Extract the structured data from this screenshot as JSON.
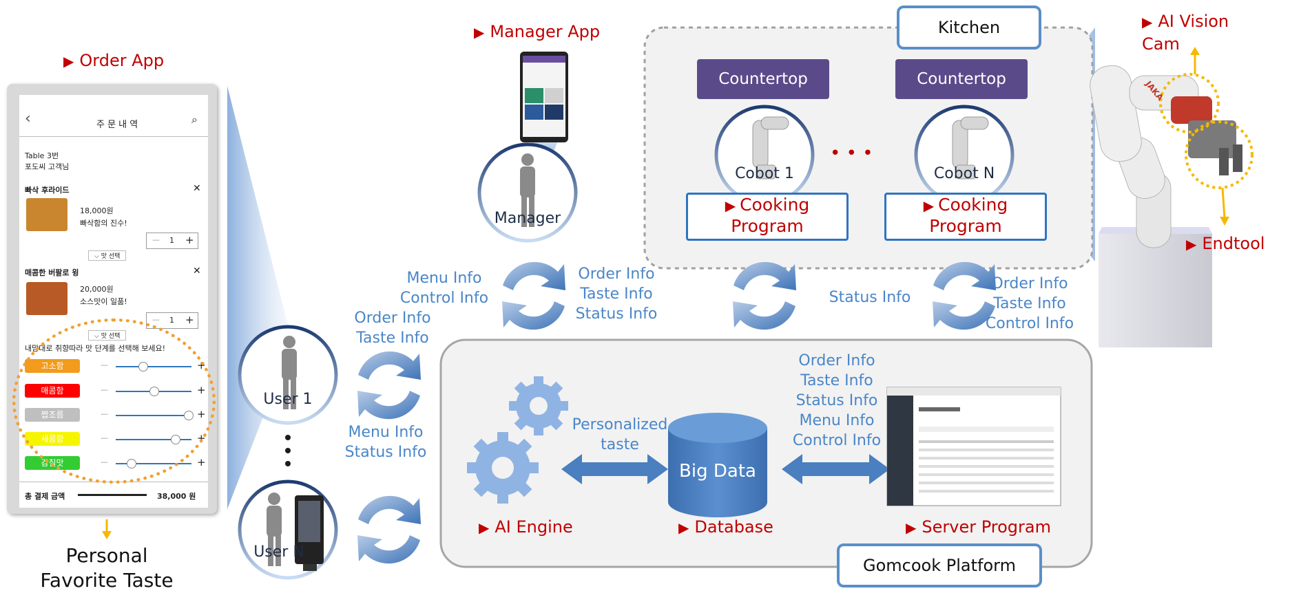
{
  "order_app": {
    "title": "Order App",
    "screen_title": "주 문 내 역",
    "table": "Table 3번",
    "customer": "포도씨 고객님",
    "items": [
      {
        "name": "빠삭 후라이드",
        "price": "18,000원",
        "desc": "빠삭함의 진수!",
        "qty": "1",
        "option": "맛 선택"
      },
      {
        "name": "매콤한 버팔로 윙",
        "price": "20,000원",
        "desc": "소스맛이 일품!",
        "qty": "1",
        "option": "맛 선택"
      }
    ],
    "taste_prompt": "내맘대로 취향따라 맛 단계를 선택해 보세요!",
    "tastes": [
      {
        "label": "고소함",
        "color": "#f29b1d",
        "level": 0.35
      },
      {
        "label": "매콤함",
        "color": "#ff0000",
        "level": 0.5
      },
      {
        "label": "짭조름",
        "color": "#bfbfbf",
        "level": 0.95
      },
      {
        "label": "새콤함",
        "color": "#f5f500",
        "level": 0.78
      },
      {
        "label": "감칠맛",
        "color": "#33cc33",
        "level": 0.2
      }
    ],
    "total_label": "총 결제 금액",
    "total_value": "38,000 원"
  },
  "personal_taste_label": "Personal\nFavorite Taste",
  "manager_app": {
    "title": "Manager App"
  },
  "actors": {
    "manager": "Manager",
    "user1": "User 1",
    "userN": "User N"
  },
  "kitchen": {
    "title": "Kitchen",
    "countertop": "Countertop",
    "cobots": [
      "Cobot 1",
      "Cobot N"
    ],
    "ellipsis": "• • •",
    "program": "Cooking\nProgram"
  },
  "robot": {
    "cam": "AI Vision\nCam",
    "endtool": "Endtool",
    "brand": "JAKA"
  },
  "flows": {
    "manager_left": "Menu Info\nControl Info",
    "manager_right": "Order Info\nTaste Info\nStatus Info",
    "user1_top": "Order Info\nTaste Info",
    "user1_bottom": "Menu Info\nStatus Info",
    "cobot_status": "Status Info",
    "cobot_right": "Order Info\nTaste Info\nControl Info",
    "server_in": "Order Info\nTaste Info\nStatus Info\nMenu Info\nControl Info",
    "personalized": "Personalized\ntaste"
  },
  "platform": {
    "title": "Gomcook Platform",
    "ai_engine": "AI Engine",
    "database": "Database",
    "big_data": "Big Data",
    "server": "Server Program"
  },
  "colors": {
    "title_red": "#c00000",
    "flow_blue": "#4a86c8",
    "countertop": "#5b4a8a",
    "dotted_orange": "#f0a030",
    "cylinder": "#4a7fc0"
  }
}
